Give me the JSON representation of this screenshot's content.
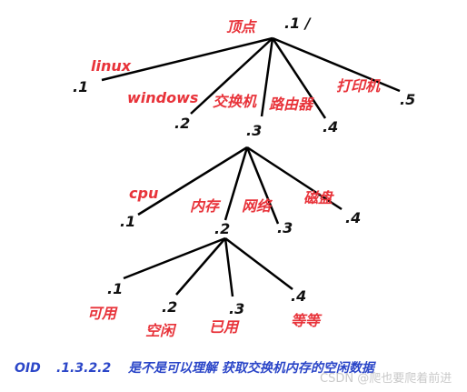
{
  "root": {
    "label": "顶点",
    "oid": ".1  /"
  },
  "level1": [
    {
      "name": "linux",
      "oid": ".1"
    },
    {
      "name": "windows",
      "oid": ".2"
    },
    {
      "name": "交换机",
      "oid": ".3"
    },
    {
      "name": "路由器",
      "oid": ".4"
    },
    {
      "name": "打印机",
      "oid": ".5"
    }
  ],
  "level2": [
    {
      "name": "cpu",
      "oid": ".1"
    },
    {
      "name": "内存",
      "oid": ".2"
    },
    {
      "name": "网络",
      "oid": ".3"
    },
    {
      "name": "磁盘",
      "oid": ".4"
    }
  ],
  "level3": [
    {
      "name": "可用",
      "oid": ".1"
    },
    {
      "name": "空闲",
      "oid": ".2"
    },
    {
      "name": "已用",
      "oid": ".3"
    },
    {
      "name": "等等",
      "oid": ".4"
    }
  ],
  "caption": {
    "prefix": "OID",
    "oid": ".1.3.2.2",
    "text": "是不是可以理解  获取交换机内存的空闲数据"
  },
  "watermark": "CSDN @爬也要爬着前进",
  "colors": {
    "line": "#000000",
    "label": "#e8333a",
    "number": "#111111",
    "caption": "#2b46c8"
  }
}
